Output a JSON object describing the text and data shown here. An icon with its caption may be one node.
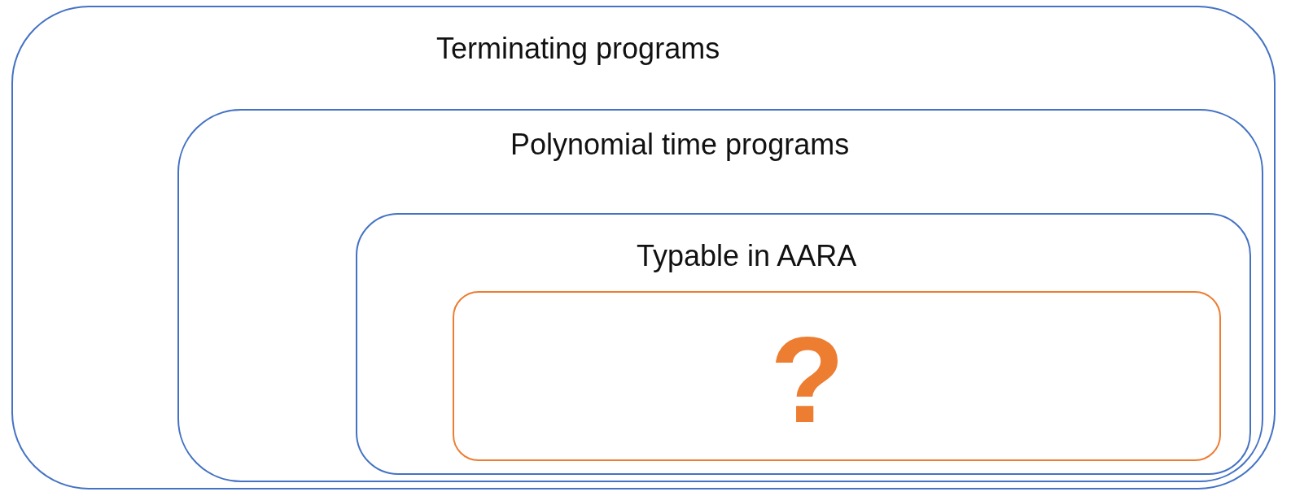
{
  "diagram": {
    "nodes": [
      {
        "text": [
          "Terminating programs"
        ]
      },
      {
        "text": [
          "Polynomial time programs"
        ],
        "in": 0
      },
      {
        "text": [
          "Typable in AARA"
        ],
        "in": 1
      },
      {
        "text": [
          "?"
        ],
        "in": 2
      }
    ]
  }
}
